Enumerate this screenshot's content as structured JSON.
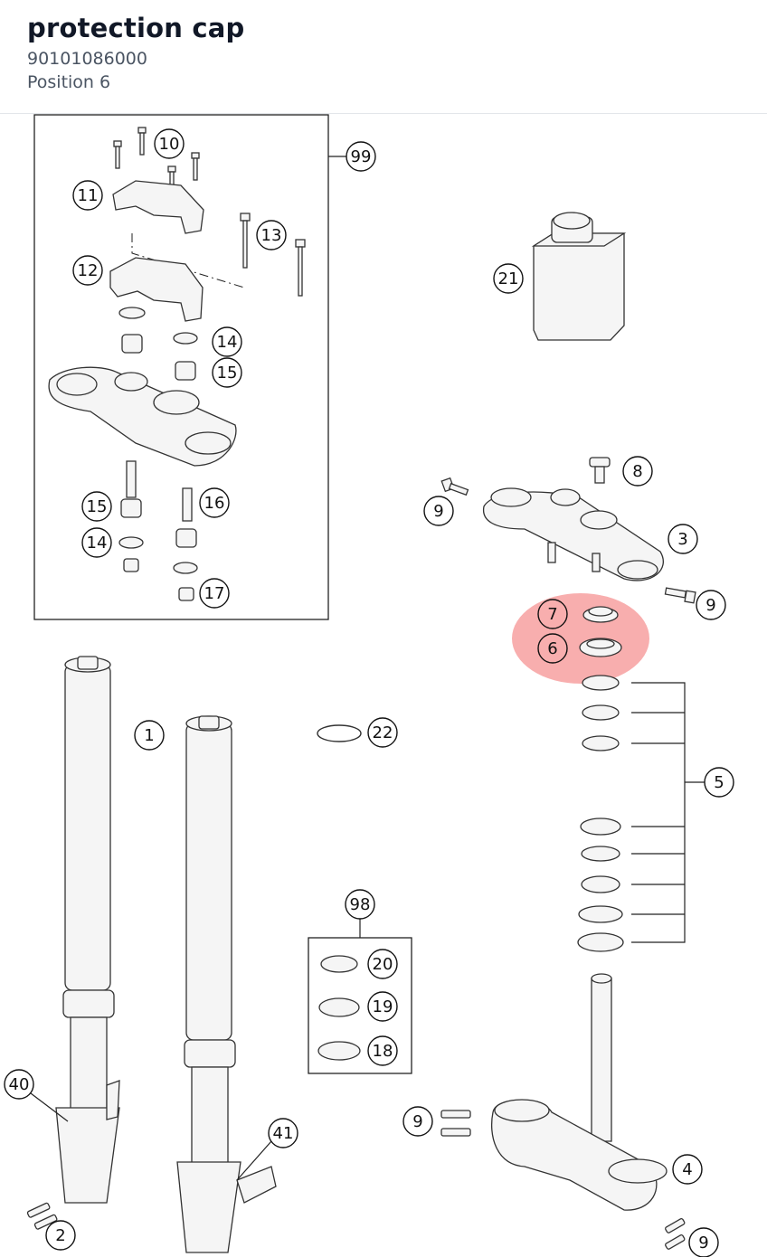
{
  "header": {
    "title": "protection cap",
    "part_number": "90101086000",
    "position": "Position 6"
  },
  "diagram": {
    "highlight_color": "#f26b6b",
    "labels": {
      "l99": "99",
      "l10": "10",
      "l11": "11",
      "l13": "13",
      "l12": "12",
      "l14a": "14",
      "l15a": "15",
      "l15b": "15",
      "l16": "16",
      "l14b": "14",
      "l17": "17",
      "l21": "21",
      "l8": "8",
      "l9a": "9",
      "l3": "3",
      "l9b": "9",
      "l7": "7",
      "l6": "6",
      "l5": "5",
      "l1": "1",
      "l22": "22",
      "l98": "98",
      "l20": "20",
      "l19": "19",
      "l18": "18",
      "l40": "40",
      "l41": "41",
      "l9c": "9",
      "l4": "4",
      "l2": "2",
      "l9d": "9"
    }
  }
}
